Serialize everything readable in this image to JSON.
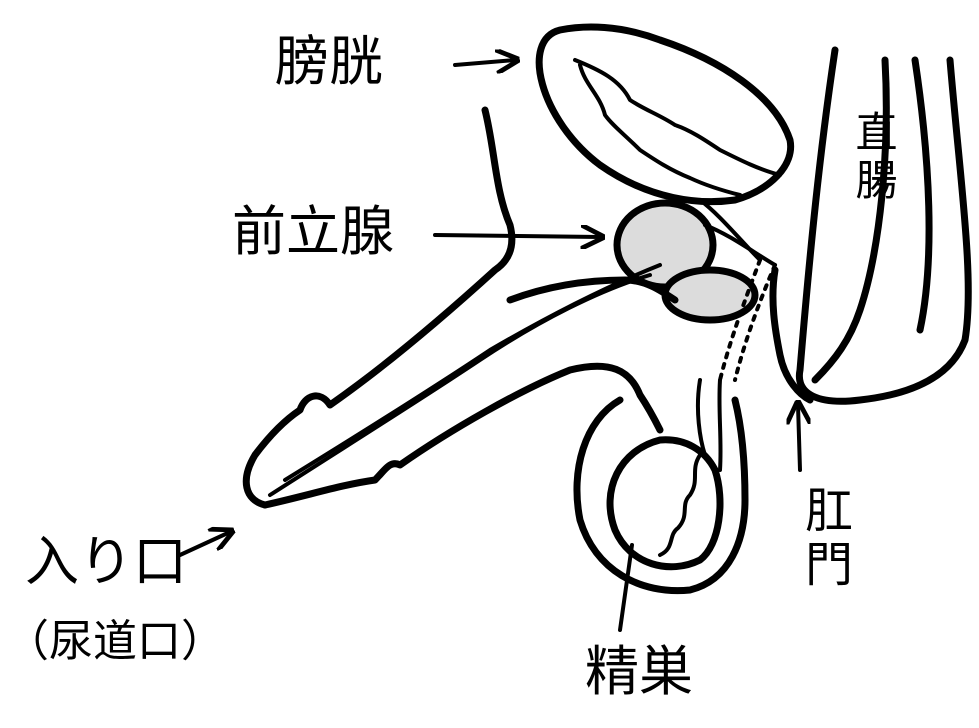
{
  "labels": {
    "bladder": "膀胱",
    "prostate": "前立腺",
    "rectum": "直腸",
    "anus": "肛門",
    "entrance": "入り口",
    "entrance_note": "（尿道口）",
    "seminal": "精巣"
  },
  "colors": {
    "ink": "#000000",
    "gland_fill": "#dcdcdc",
    "background": "#ffffff"
  }
}
